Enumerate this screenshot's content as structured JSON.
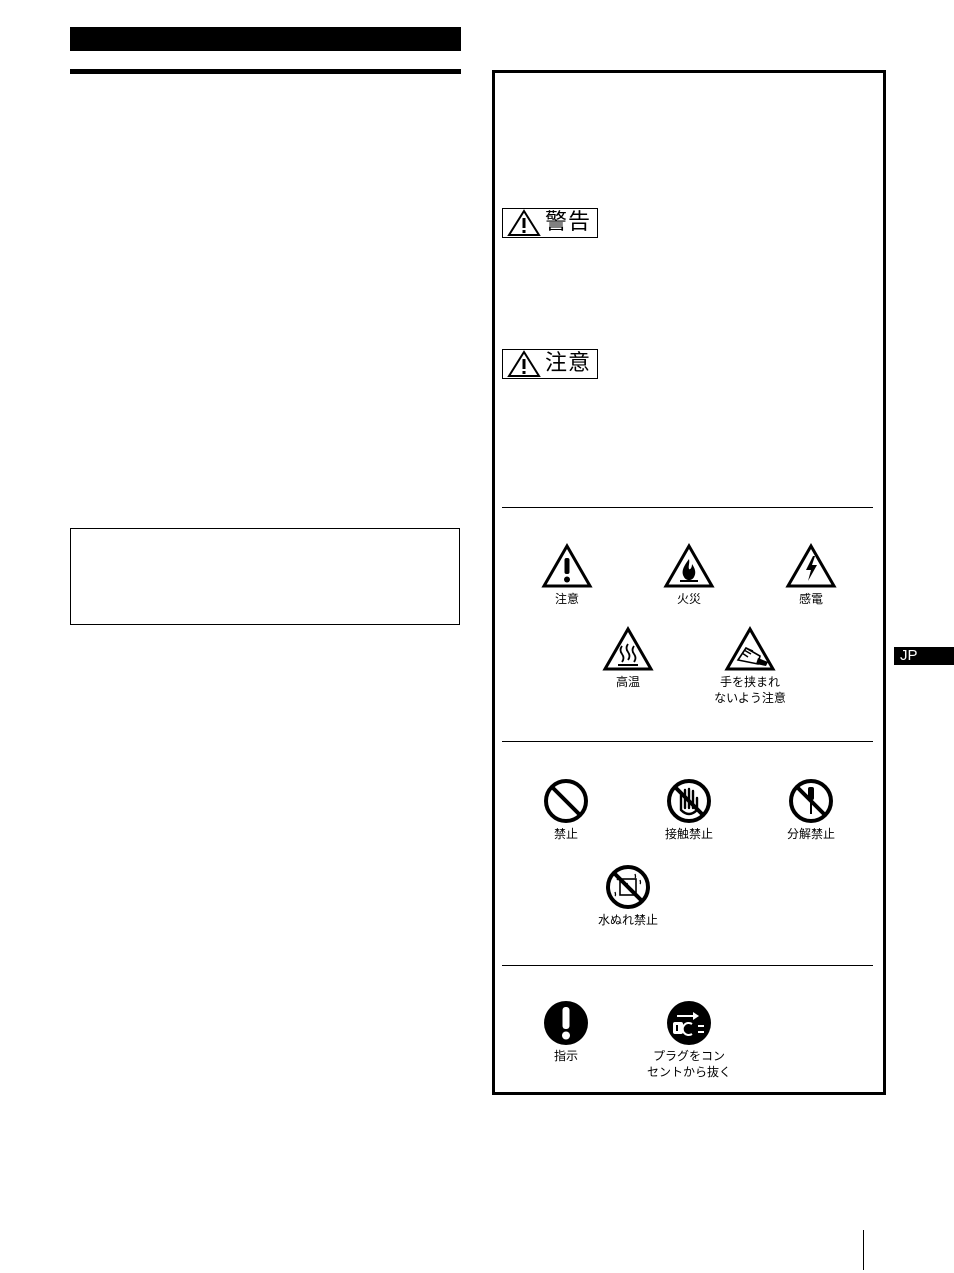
{
  "page": {
    "side_tab": "JP"
  },
  "hazard_labels": {
    "warning": "警告",
    "caution": "注意"
  },
  "caution_symbols": [
    {
      "icon": "caution-exclamation-triangle-icon",
      "label": "注意"
    },
    {
      "icon": "fire-triangle-icon",
      "label": "火災"
    },
    {
      "icon": "electric-shock-triangle-icon",
      "label": "感電"
    },
    {
      "icon": "hot-surface-triangle-icon",
      "label": "高温"
    },
    {
      "icon": "hand-pinch-triangle-icon",
      "label_line1": "手を挟まれ",
      "label_line2": "ないよう注意"
    }
  ],
  "prohibition_symbols": [
    {
      "icon": "prohibited-icon",
      "label": "禁止"
    },
    {
      "icon": "no-touch-icon",
      "label": "接触禁止"
    },
    {
      "icon": "no-disassembly-icon",
      "label": "分解禁止"
    },
    {
      "icon": "no-water-icon",
      "label": "水ぬれ禁止"
    }
  ],
  "mandatory_symbols": [
    {
      "icon": "instruction-exclamation-icon",
      "label": "指示"
    },
    {
      "icon": "unplug-icon",
      "label_line1": "プラグをコン",
      "label_line2": "セントから抜く"
    }
  ]
}
